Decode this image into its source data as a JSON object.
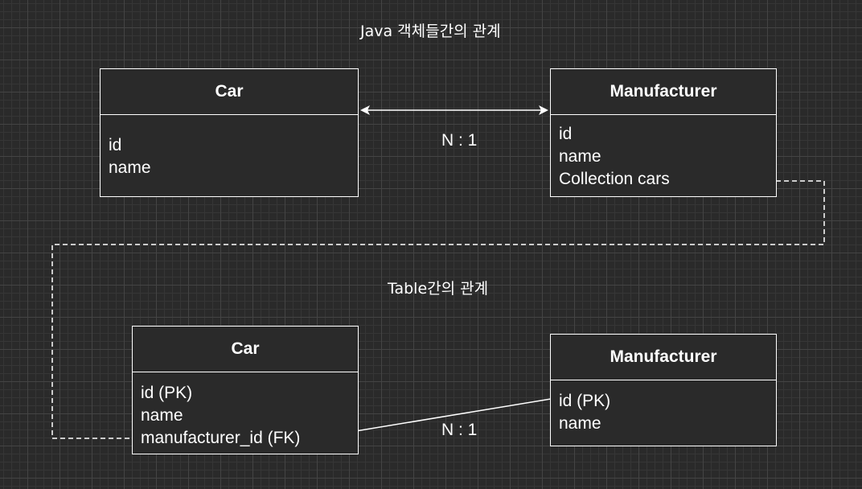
{
  "sections": {
    "java_title": "Java 객체들간의 관계",
    "table_title": "Table간의 관계"
  },
  "java": {
    "car": {
      "title": "Car",
      "fields": [
        "id",
        "name"
      ]
    },
    "manufacturer": {
      "title": "Manufacturer",
      "fields": [
        "id",
        "name",
        "Collection cars"
      ]
    },
    "cardinality": "N : 1"
  },
  "table": {
    "car": {
      "title": "Car",
      "fields": [
        "id (PK)",
        "name",
        "manufacturer_id (FK)"
      ]
    },
    "manufacturer": {
      "title": "Manufacturer",
      "fields": [
        "id (PK)",
        "name"
      ]
    },
    "cardinality": "N : 1"
  },
  "colors": {
    "background": "#2a2a2a",
    "stroke": "#ffffff",
    "text": "#ffffff"
  }
}
